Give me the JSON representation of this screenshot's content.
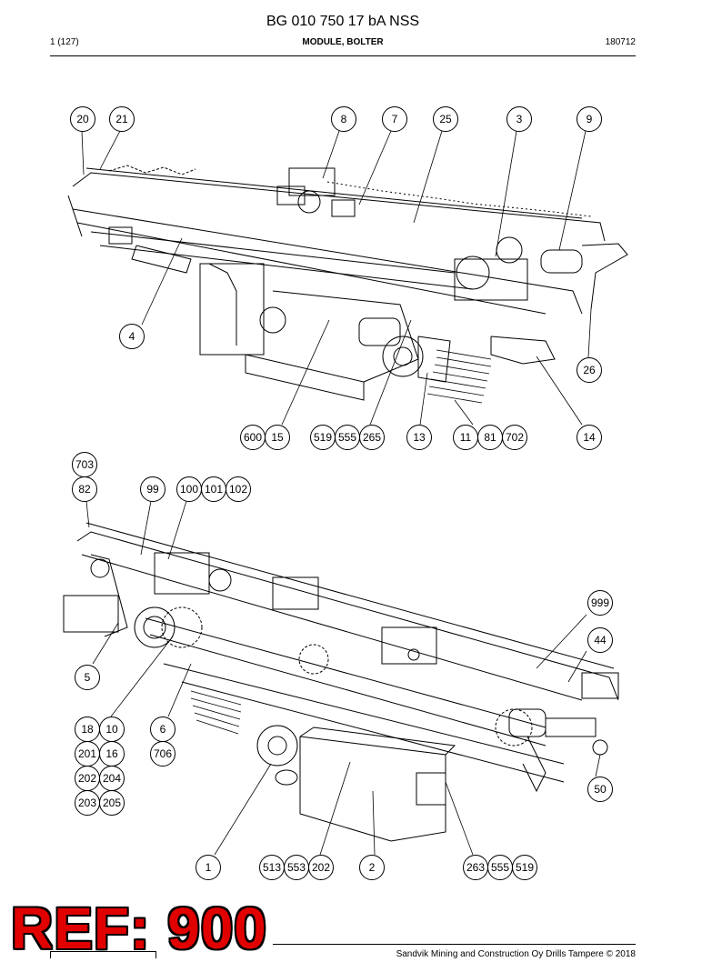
{
  "header": {
    "title": "BG 010 750 17 bA NSS",
    "page": "1 (127)",
    "section": "MODULE, BOLTER",
    "date_code": "180712"
  },
  "callouts_top": [
    "20",
    "21",
    "8",
    "7",
    "25",
    "3",
    "9",
    "4",
    "26",
    "600",
    "15",
    "519",
    "555",
    "265",
    "13",
    "11",
    "81",
    "702",
    "14"
  ],
  "callouts_bottom": [
    "703",
    "82",
    "99",
    "100",
    "101",
    "102",
    "999",
    "44",
    "5",
    "18",
    "10",
    "6",
    "201",
    "16",
    "706",
    "202",
    "204",
    "203",
    "205",
    "50",
    "1",
    "513",
    "553",
    "202",
    "2",
    "263",
    "555",
    "519"
  ],
  "stamp": "REF: 900",
  "footer": {
    "copyright": "Sandvik Mining and Construction Oy Drills Tampere © 2018"
  }
}
